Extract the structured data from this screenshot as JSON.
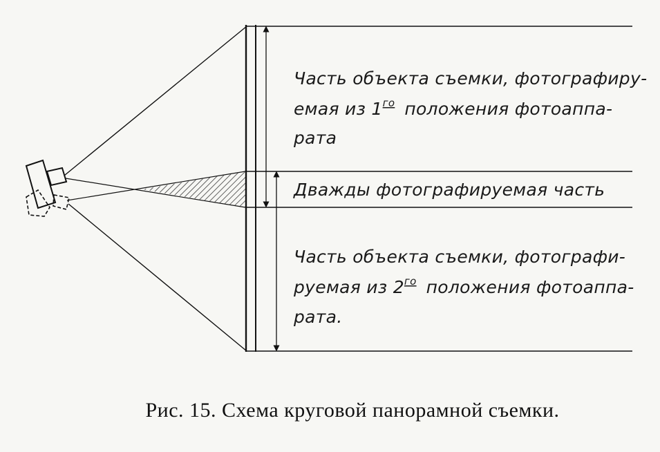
{
  "diagram": {
    "upper_section_lines": [
      "Часть объекта съемки, фотографиру-",
      "емая из 1",
      "рата"
    ],
    "upper_position_ordinal": "1",
    "upper_position_suffix": "го",
    "upper_line2_rest": "положения фотоаппа-",
    "overlap_label": "Дважды фотографируемая часть",
    "lower_section_line1": "Часть объекта съемки, фотографи-",
    "lower_section_line2_prefix": "руемая из 2",
    "lower_position_suffix": "го",
    "lower_line2_rest": "положения фотоаппа-",
    "lower_section_line3": "рата."
  },
  "caption": "Рис. 15. Схема круговой панорамной съемки."
}
